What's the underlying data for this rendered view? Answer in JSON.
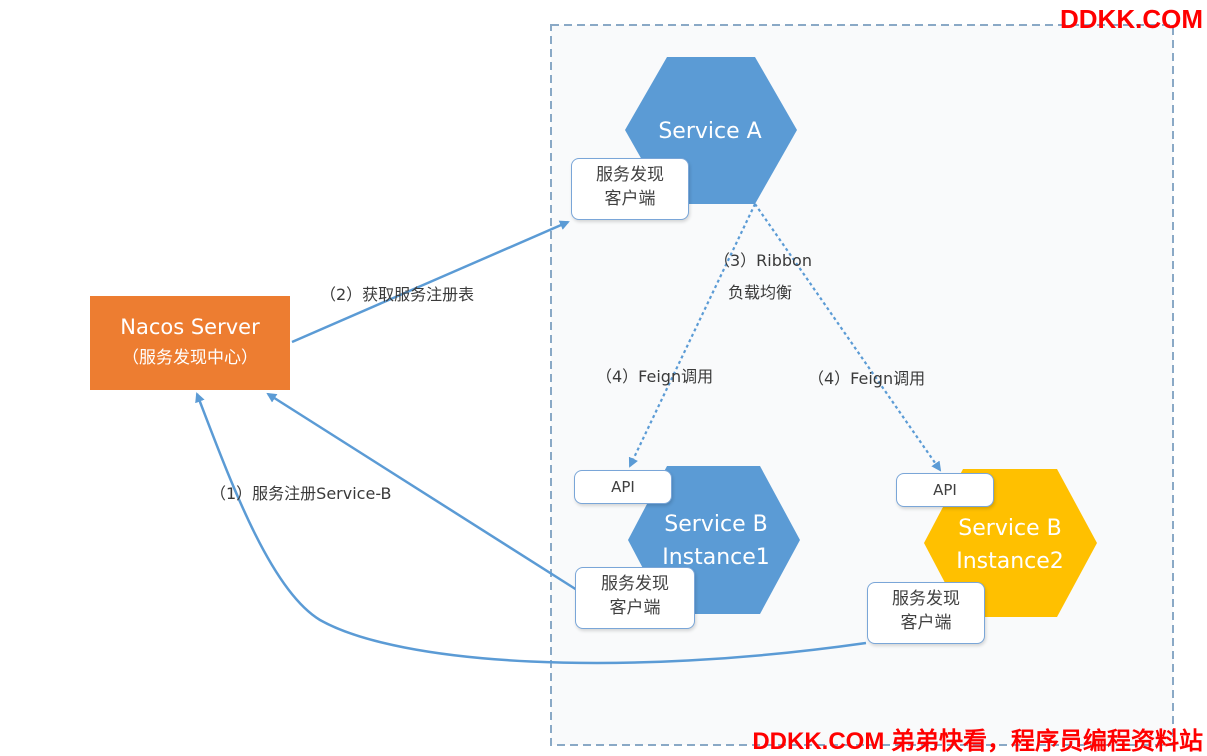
{
  "nacos": {
    "name": "Nacos Server",
    "role": "（服务发现中心）"
  },
  "service_a": {
    "name": "Service A",
    "client_line1": "服务发现",
    "client_line2": "客户端"
  },
  "instance1": {
    "line1": "Service B",
    "line2": "Instance1",
    "api": "API",
    "client_line1": "服务发现",
    "client_line2": "客户端"
  },
  "instance2": {
    "line1": "Service B",
    "line2": "Instance2",
    "api": "API",
    "client_line1": "服务发现",
    "client_line2": "客户端"
  },
  "steps": {
    "register": "（1）服务注册Service-B",
    "fetch": "（2）获取服务注册表",
    "ribbon_line1": "（3）Ribbon",
    "ribbon_line2": "负载均衡",
    "feign_left": "（4）Feign调用",
    "feign_right": "（4）Feign调用"
  },
  "watermark": {
    "top": "DDKK.COM",
    "bottom": "DDKK.COM 弟弟快看，程序员编程资料站"
  },
  "colors": {
    "blue": "#5b9bd5",
    "orange": "#ed7d31",
    "gold": "#ffc000",
    "arrow": "#5b9bd5",
    "watermark": "#ff0000"
  }
}
